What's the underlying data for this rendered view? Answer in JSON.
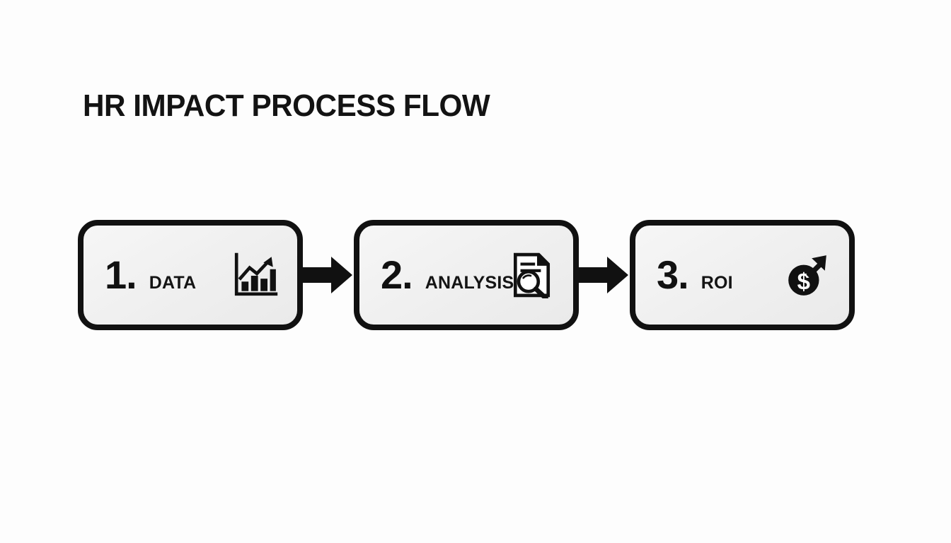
{
  "page": {
    "title": "HR IMPACT PROCESS FLOW",
    "background_color": "#fdfdfd",
    "accent_color": "#111111",
    "box_fill_color": "#f0f0f0"
  },
  "flow": {
    "steps": [
      {
        "number": "1.",
        "label": "DATA",
        "icon": "bar-chart-growth-icon"
      },
      {
        "number": "2.",
        "label": "ANALYSIS",
        "icon": "document-magnifier-icon"
      },
      {
        "number": "3.",
        "label": "ROI",
        "icon": "dollar-coin-arrow-up-icon"
      }
    ],
    "connectors": [
      {
        "icon": "arrow-right-icon"
      },
      {
        "icon": "arrow-right-icon"
      }
    ]
  }
}
